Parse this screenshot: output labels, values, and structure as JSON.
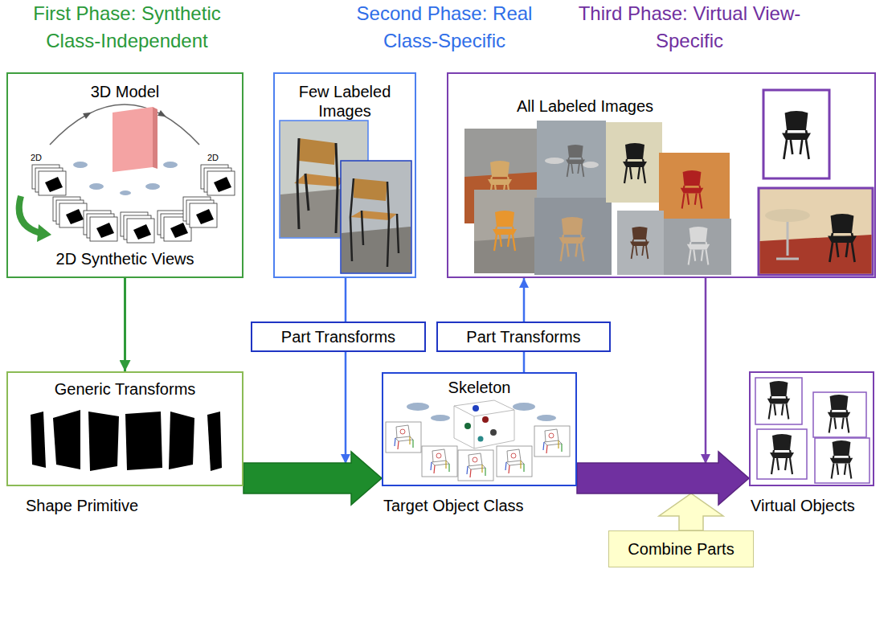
{
  "diagram": {
    "nodes": [
      {
        "text": [
          "3D Model",
          "2D Synthetic Views"
        ]
      },
      {
        "text": [
          "Few Labeled Images"
        ]
      },
      {
        "text": [
          "All Labeled Images"
        ]
      },
      {
        "text": [
          "Part Transforms"
        ]
      },
      {
        "text": [
          "Part Transforms"
        ]
      },
      {
        "text": [
          "Generic Transforms",
          "Shape Primitive"
        ]
      },
      {
        "text": [
          "Skeleton",
          "Target Object Class"
        ]
      },
      {
        "text": [
          "Virtual Objects"
        ]
      },
      {
        "text": [
          "Combine Parts"
        ]
      }
    ],
    "edges": [
      {
        "from": 0,
        "to": 5,
        "arrow": "to"
      },
      {
        "from": 1,
        "to": 3,
        "arrow": "none"
      },
      {
        "from": 3,
        "to": 6,
        "arrow": "to"
      },
      {
        "from": 6,
        "to": 4,
        "arrow": "none"
      },
      {
        "from": 4,
        "to": 2,
        "arrow": "to"
      },
      {
        "from": 5,
        "to": 6,
        "arrow": "to"
      },
      {
        "from": 6,
        "to": 7,
        "arrow": "to"
      },
      {
        "from": 2,
        "to": 7,
        "arrow": "to"
      },
      {
        "from": 8,
        "to": 7,
        "arrow": "to"
      }
    ],
    "labels": [
      "First Phase: Synthetic Class-Independent",
      "Second Phase: Real Class-Specific",
      "Third Phase: Virtual View-Specific",
      "2D",
      "2D"
    ]
  }
}
